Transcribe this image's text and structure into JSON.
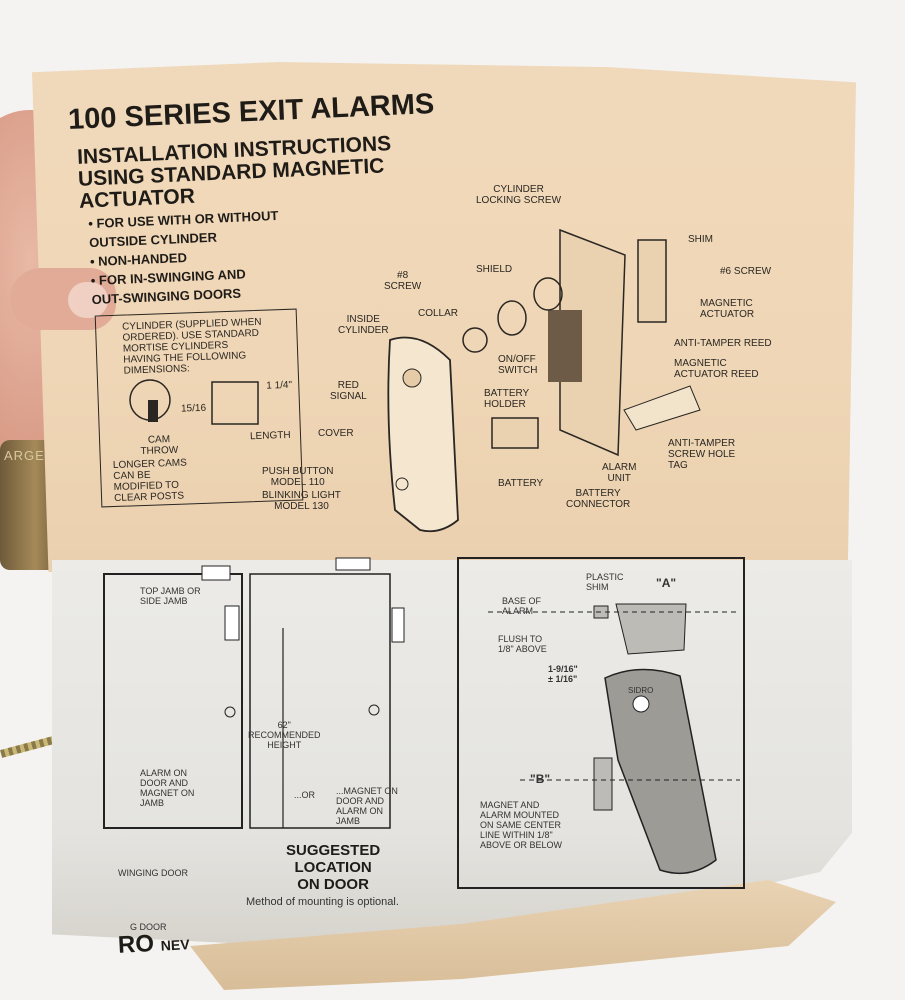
{
  "title": "100 SERIES EXIT ALARMS",
  "subtitle": [
    "INSTALLATION INSTRUCTIONS",
    "USING STANDARD MAGNETIC",
    "ACTUATOR"
  ],
  "bullets": [
    "• FOR USE WITH OR WITHOUT",
    "  OUTSIDE CYLINDER",
    "• NON-HANDED",
    "• FOR IN-SWINGING AND",
    "  OUT-SWINGING DOORS"
  ],
  "cylinder_box": {
    "note": [
      "CYLINDER (SUPPLIED WHEN",
      "ORDERED). USE STANDARD",
      "MORTISE CYLINDERS",
      "HAVING THE FOLLOWING",
      "DIMENSIONS:"
    ],
    "cam_throw": [
      "CAM",
      "THROW"
    ],
    "fraction": "15/16",
    "length": "LENGTH",
    "longer_cams": [
      "LONGER CAMS",
      "CAN BE",
      "MODIFIED TO",
      "CLEAR POSTS"
    ],
    "dim": "1 1/4\""
  },
  "diagram_labels": {
    "cylinder_locking_screw": [
      "CYLINDER",
      "LOCKING SCREW"
    ],
    "shim": "SHIM",
    "screw6": "#6 SCREW",
    "shield": "SHIELD",
    "screw8": [
      "#8",
      "SCREW"
    ],
    "collar": "COLLAR",
    "magnetic_actuator": [
      "MAGNETIC",
      "ACTUATOR"
    ],
    "inside_cylinder": [
      "INSIDE",
      "CYLINDER"
    ],
    "anti_tamper_reed": "ANTI-TAMPER REED",
    "on_off_switch": [
      "ON/OFF",
      "SWITCH"
    ],
    "magnetic_actuator_reed": [
      "MAGNETIC",
      "ACTUATOR REED"
    ],
    "red_signal": [
      "RED",
      "SIGNAL"
    ],
    "battery_holder": [
      "BATTERY",
      "HOLDER"
    ],
    "cover": "COVER",
    "anti_tamper_tag": [
      "ANTI-TAMPER",
      "SCREW HOLE",
      "TAG"
    ],
    "alarm_unit": [
      "ALARM",
      "UNIT"
    ],
    "push_button": [
      "PUSH BUTTON",
      "MODEL 110"
    ],
    "battery": "BATTERY",
    "battery_connector": [
      "BATTERY",
      "CONNECTOR"
    ],
    "blinking_light": [
      "BLINKING LIGHT",
      "MODEL 130"
    ]
  },
  "lower_labels": {
    "top_jamb": [
      "TOP JAMB OR",
      "SIDE JAMB"
    ],
    "height": [
      "62\"",
      "RECOMMENDED",
      "HEIGHT"
    ],
    "alarm_on_door": [
      "ALARM ON",
      "DOOR AND",
      "MAGNET ON",
      "JAMB"
    ],
    "or": "...OR",
    "magnet_on_door": [
      "...MAGNET ON",
      "DOOR AND",
      "ALARM ON",
      "JAMB"
    ],
    "swinging_door": "WINGING DOOR",
    "g_door": "G DOOR",
    "plastic_shim": [
      "PLASTIC",
      "SHIM"
    ],
    "base_of_alarm": [
      "BASE OF",
      "ALARM"
    ],
    "flush": [
      "FLUSH TO",
      "1/8\" ABOVE"
    ],
    "dimension": [
      "1-9/16\"",
      "± 1/16\""
    ],
    "a_mark": "\"A\"",
    "b_mark": "\"B\"",
    "magnet_alarm": [
      "MAGNET AND",
      "ALARM MOUNTED",
      "ON SAME CENTER",
      "LINE WITHIN 1/8\"",
      "ABOVE OR BELOW"
    ],
    "sidro": "SIDRO"
  },
  "suggested": [
    "SUGGESTED",
    "LOCATION",
    "ON DOOR"
  ],
  "method_note": "Method of mounting is optional.",
  "brand": "RO",
  "brand_suffix": "NEV",
  "cylinder_stamp": "ARGENT"
}
